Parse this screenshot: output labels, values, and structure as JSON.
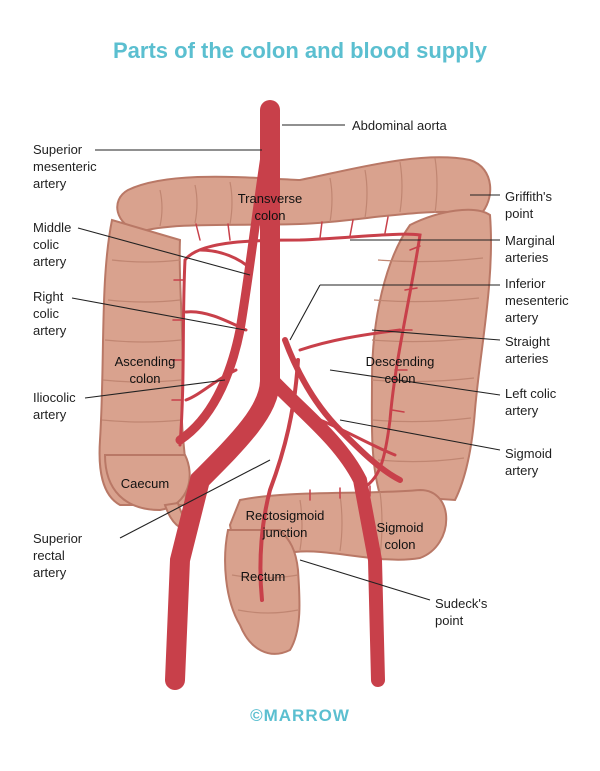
{
  "title": "Parts of the colon and blood supply",
  "colors": {
    "title": "#5bbfd0",
    "colon": "#d9a28e",
    "colon_dark": "#b97866",
    "artery": "#c8404a",
    "leader": "#222222"
  },
  "labels": {
    "abdominal_aorta": "Abdominal aorta",
    "superior_mesenteric_artery": "Superior\nmesenteric\nartery",
    "griffiths_point": "Griffith's\npoint",
    "middle_colic_artery": "Middle\ncolic\nartery",
    "marginal_arteries": "Marginal\narteries",
    "inferior_mesenteric_artery": "Inferior\nmesenteric\nartery",
    "right_colic_artery": "Right\ncolic\nartery",
    "straight_arteries": "Straight\narteries",
    "left_colic_artery": "Left colic\nartery",
    "iliocolic_artery": "Iliocolic\nartery",
    "sigmoid_artery": "Sigmoid\nartery",
    "superior_rectal_artery": "Superior\nrectal\nartery",
    "sudecks_point": "Sudeck's\npoint"
  },
  "organs": {
    "transverse_colon": "Transverse\ncolon",
    "ascending_colon": "Ascending\ncolon",
    "descending_colon": "Descending\ncolon",
    "caecum": "Caecum",
    "rectosigmoid_junction": "Rectosigmoid\njunction",
    "sigmoid_colon": "Sigmoid\ncolon",
    "rectum": "Rectum"
  },
  "logo": "©MARROW"
}
